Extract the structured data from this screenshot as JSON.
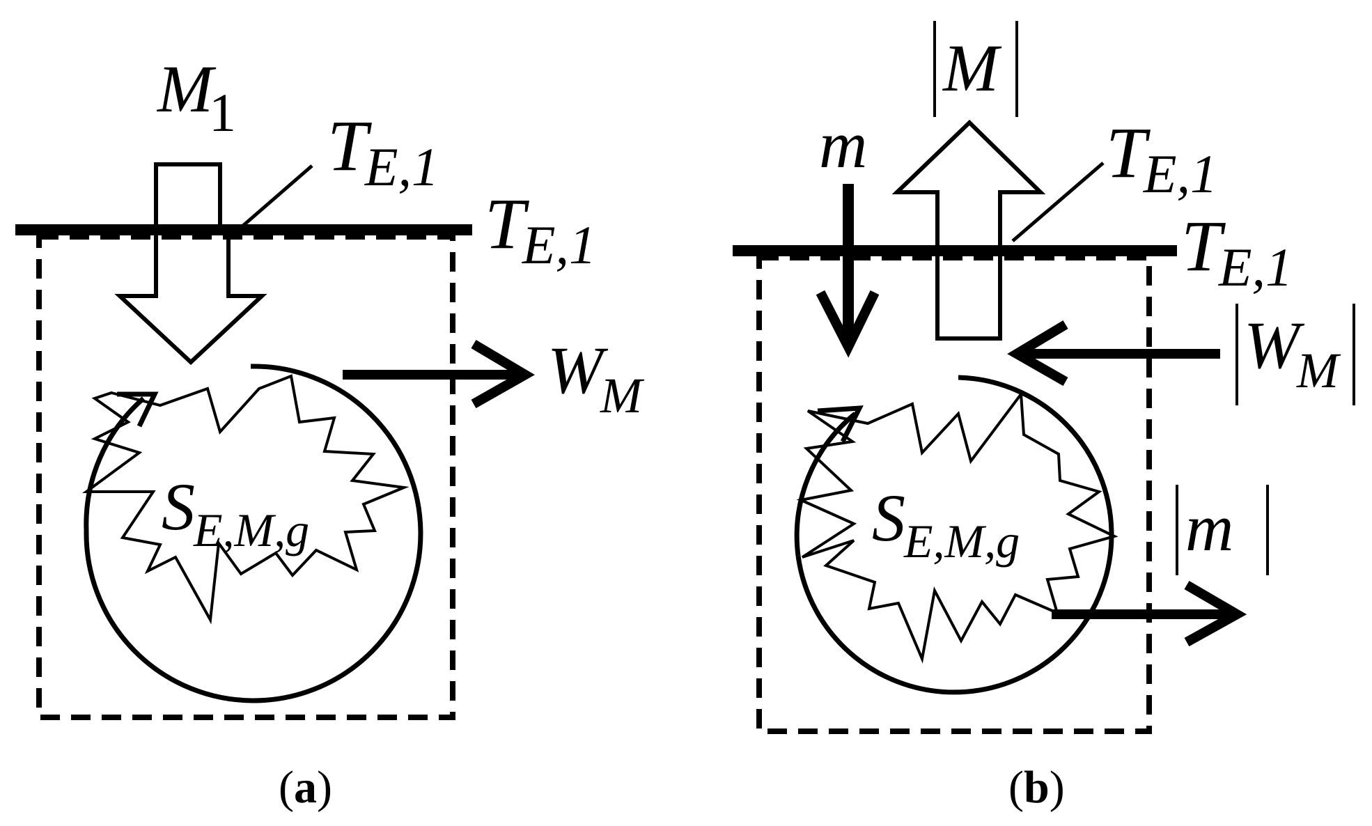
{
  "panel_a": {
    "caption_letter": "a",
    "labels": {
      "m1_main": "M",
      "m1_sub": "1",
      "te_leader_main": "T",
      "te_leader_sub": "E,1",
      "te_line_main": "T",
      "te_line_sub": "E,1",
      "w_main": "W",
      "w_sub": "M",
      "s_main": "S",
      "s_sub": "E,M,g"
    }
  },
  "panel_b": {
    "caption_letter": "b",
    "labels": {
      "m_small": "m",
      "m_abs_main": "M",
      "te_leader_main": "T",
      "te_leader_sub": "E,1",
      "te_line_main": "T",
      "te_line_sub": "E,1",
      "w_abs_main": "W",
      "w_abs_sub": "M",
      "s_main": "S",
      "s_sub": "E,M,g",
      "m_abs_small": "m"
    }
  }
}
